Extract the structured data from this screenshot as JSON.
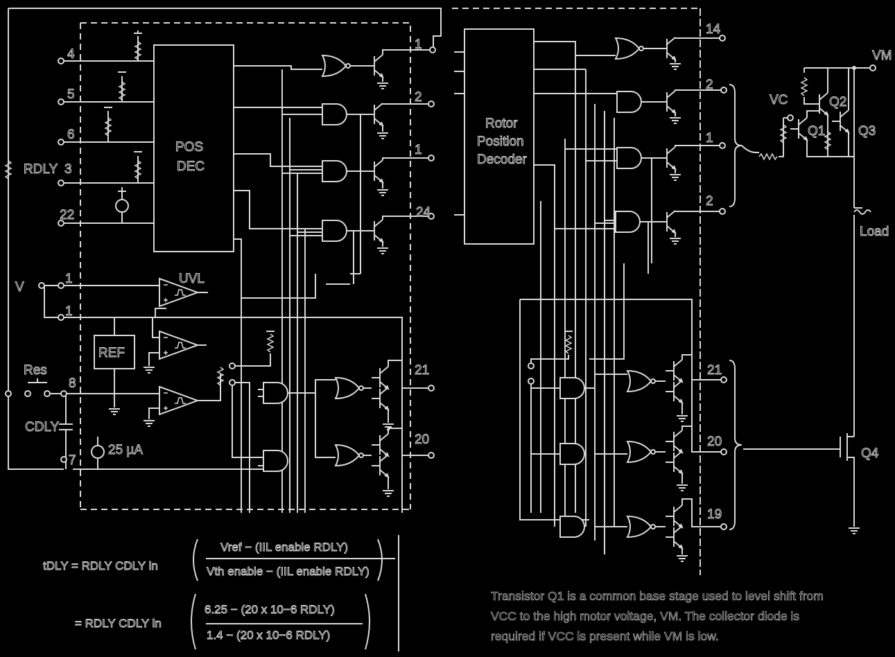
{
  "left_circuit": {
    "pins": [
      "4",
      "5",
      "6",
      "3",
      "22",
      "1",
      "1",
      "8",
      "7",
      "1",
      "2",
      "1",
      "24",
      "21",
      "20"
    ],
    "pos_dec_lines": [
      "POS",
      "DEC"
    ],
    "r_dly": "RDLY",
    "v_label": "V",
    "uvl_label": "UVL",
    "ref_label": "REF",
    "res_label": "Res",
    "c_dly": "CDLY",
    "current_source": "25 µA"
  },
  "right_circuit": {
    "decoder_lines": [
      "Rotor",
      "Position",
      "Decoder"
    ],
    "pins": [
      "14",
      "2",
      "1",
      "2",
      "21",
      "20",
      "19"
    ],
    "vm_label": "VM",
    "vc_label": "VC",
    "q1": "Q1",
    "q2": "Q2",
    "q3": "Q3",
    "q4": "Q4",
    "load_label": "Load"
  },
  "equations": {
    "eq1_lhs": "tDLY = RDLY CDLY ln",
    "eq1_num": "Vref − (IIL enable RDLY)",
    "eq1_den": "Vth enable − (IIL enable RDLY)",
    "eq2_lhs": "= RDLY CDLY ln",
    "eq2_num": "6.25 − (20 x 10−6 RDLY)",
    "eq2_den": "1.4 − (20 x 10−6 RDLY)"
  },
  "note": {
    "line1": "Transistor Q1 is a common base stage used to level shift from",
    "line2": "VCC to the high motor voltage, VM. The collector diode is",
    "line3": "required if VCC is present  while VM is low."
  }
}
